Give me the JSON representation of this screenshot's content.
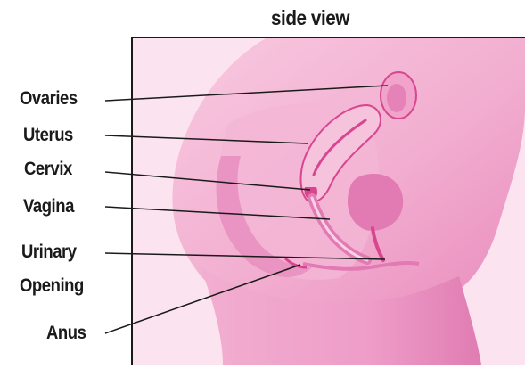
{
  "title": "side view",
  "labels": {
    "ovaries": "Ovaries",
    "uterus": "Uterus",
    "cervix": "Cervix",
    "vagina": "Vagina",
    "urinary_line1": "Urinary",
    "urinary_line2": "Opening",
    "anus": "Anus"
  },
  "colors": {
    "background": "#ffffff",
    "tissue_light": "#f6c3dd",
    "tissue_mid": "#ec8cbf",
    "tissue_dark": "#d8468f",
    "frame": "#1a1a1a",
    "text": "#1a1a1a"
  }
}
